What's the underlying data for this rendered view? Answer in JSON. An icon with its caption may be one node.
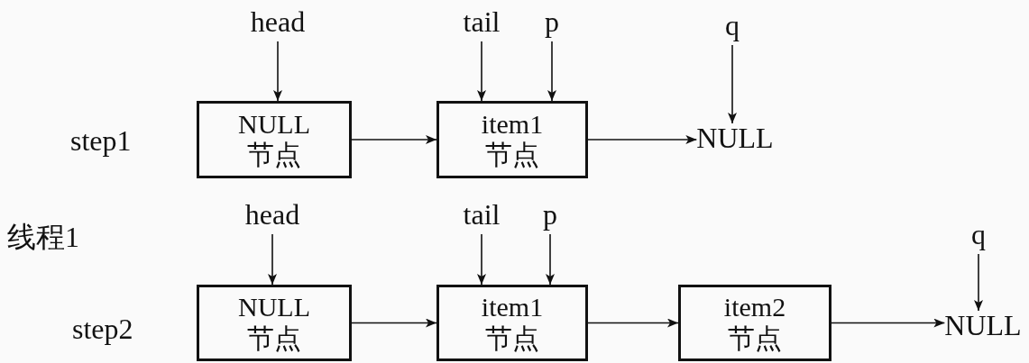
{
  "diagram": {
    "nodes": [
      {
        "text": [
          "head"
        ]
      },
      {
        "text": [
          "tail"
        ]
      },
      {
        "text": [
          "p"
        ]
      },
      {
        "text": [
          "q"
        ]
      },
      {
        "text": [
          "NULL",
          "节点"
        ]
      },
      {
        "text": [
          "item1",
          "节点"
        ]
      },
      {
        "text": [
          "NULL"
        ]
      },
      {
        "text": [
          "head"
        ]
      },
      {
        "text": [
          "tail"
        ]
      },
      {
        "text": [
          "p"
        ]
      },
      {
        "text": [
          "q"
        ]
      },
      {
        "text": [
          "NULL",
          "节点"
        ]
      },
      {
        "text": [
          "item1",
          "节点"
        ]
      },
      {
        "text": [
          "item2",
          "节点"
        ]
      },
      {
        "text": [
          "NULL"
        ]
      }
    ],
    "edges": [
      {
        "from": 0,
        "to": 4,
        "arrow": "to"
      },
      {
        "from": 1,
        "to": 5,
        "arrow": "to"
      },
      {
        "from": 2,
        "to": 5,
        "arrow": "to"
      },
      {
        "from": 3,
        "to": 6,
        "arrow": "to"
      },
      {
        "from": 4,
        "to": 5,
        "arrow": "to"
      },
      {
        "from": 5,
        "to": 6,
        "arrow": "to"
      },
      {
        "from": 7,
        "to": 11,
        "arrow": "to"
      },
      {
        "from": 8,
        "to": 12,
        "arrow": "to"
      },
      {
        "from": 9,
        "to": 12,
        "arrow": "to"
      },
      {
        "from": 10,
        "to": 14,
        "arrow": "to"
      },
      {
        "from": 11,
        "to": 12,
        "arrow": "to"
      },
      {
        "from": 12,
        "to": 13,
        "arrow": "to"
      },
      {
        "from": 13,
        "to": 14,
        "arrow": "to"
      }
    ],
    "labels": [
      "step1",
      "线程1",
      "step2"
    ]
  }
}
